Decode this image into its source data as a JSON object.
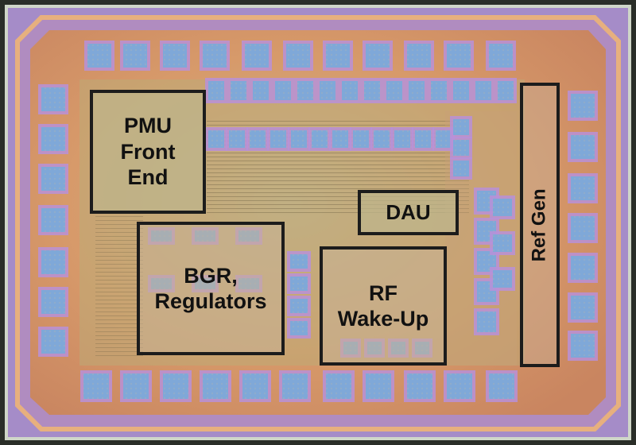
{
  "image": {
    "subject": "die-micrograph",
    "colors": {
      "background": "#1a1a1a",
      "die_core": "#d79a6a",
      "die_edge": "#9a7fc0",
      "bond_pad": "#7fa8d8",
      "pad_ring": "#b890d8",
      "block_outline": "#1c1c1c"
    }
  },
  "blocks": {
    "pmu": {
      "label": "PMU\nFront\nEnd"
    },
    "bgr": {
      "label": "BGR,\nRegulators"
    },
    "dau": {
      "label": "DAU"
    },
    "rf": {
      "label": "RF\nWake-Up"
    },
    "ref": {
      "label": "Ref Gen"
    }
  }
}
